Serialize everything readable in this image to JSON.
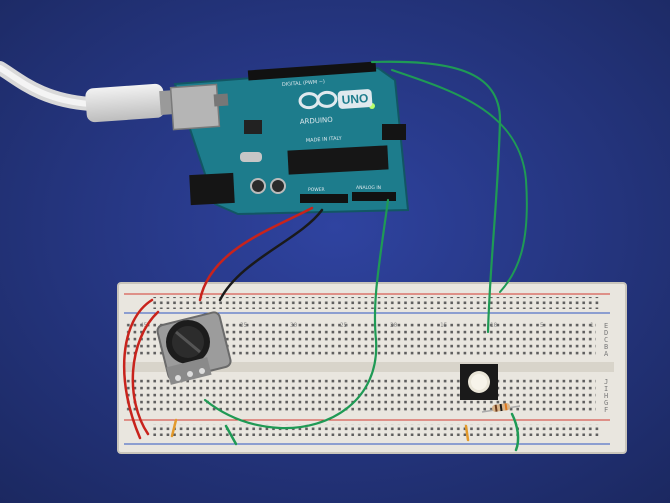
{
  "board": {
    "brand": "ARDUINO",
    "model": "UNO",
    "made_in": "MADE IN ITALY",
    "digital_label": "DIGITAL (PWM ~)",
    "power_label": "POWER",
    "analog_label": "ANALOG IN"
  },
  "breadboard": {
    "row_letters_right": [
      "J",
      "I",
      "H",
      "G",
      "F",
      "E",
      "D",
      "C",
      "B",
      "A"
    ],
    "column_numbers": [
      "45",
      "40",
      "35",
      "30",
      "25",
      "20",
      "15",
      "10",
      "5",
      "1"
    ]
  },
  "colors": {
    "background": "#26367a",
    "pcb": "#1d7c8c",
    "breadboard": "#e9e6df",
    "wire_red": "#c8231c",
    "wire_green": "#1f9a55",
    "wire_black": "#1a1a1a",
    "rail_red": "#d23a32",
    "rail_blue": "#2f57c0"
  }
}
